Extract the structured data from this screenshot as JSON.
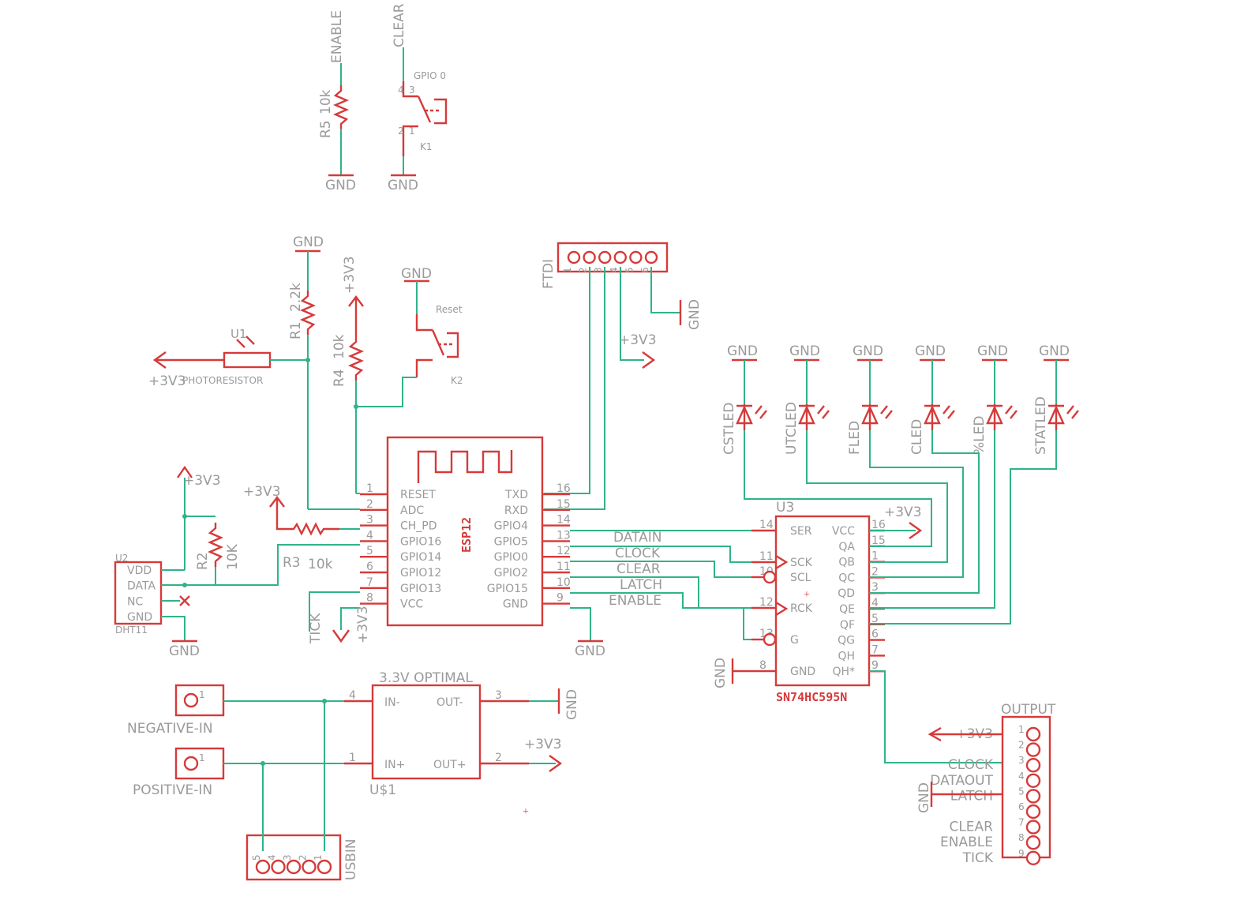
{
  "colors": {
    "wire": "#2fb38a",
    "symbol": "#d63a3a",
    "text": "#9a9a9a",
    "background": "#ffffff"
  },
  "nets": {
    "gnd": "GND",
    "v33": "+3V3",
    "enable": "ENABLE",
    "clear": "CLEAR",
    "datain": "DATAIN",
    "clock": "CLOCK",
    "latch": "LATCH",
    "tick": "TICK"
  },
  "r5": {
    "name": "R5",
    "value": "10k"
  },
  "k1": {
    "name": "K1",
    "label": "GPIO 0"
  },
  "k2": {
    "name": "K2",
    "label": "Reset"
  },
  "r1": {
    "name": "R1",
    "value": "2.2k"
  },
  "r4": {
    "name": "R4",
    "value": "10k"
  },
  "r2": {
    "name": "R2",
    "value": "10K"
  },
  "r3": {
    "name": "R3",
    "value": "10k"
  },
  "u1": {
    "name": "U1",
    "value": "PHOTORESISTOR"
  },
  "ftdi": {
    "name": "FTDI",
    "pins": [
      "1",
      "2",
      "3",
      "4",
      "5",
      "6"
    ]
  },
  "esp": {
    "name": "ESP12",
    "left_pins": [
      {
        "num": "1",
        "name": "RESET"
      },
      {
        "num": "2",
        "name": "ADC"
      },
      {
        "num": "3",
        "name": "CH_PD"
      },
      {
        "num": "4",
        "name": "GPIO16"
      },
      {
        "num": "5",
        "name": "GPIO14"
      },
      {
        "num": "6",
        "name": "GPIO12"
      },
      {
        "num": "7",
        "name": "GPIO13"
      },
      {
        "num": "8",
        "name": "VCC"
      }
    ],
    "right_pins": [
      {
        "num": "16",
        "name": "TXD"
      },
      {
        "num": "15",
        "name": "RXD"
      },
      {
        "num": "14",
        "name": "GPIO4"
      },
      {
        "num": "13",
        "name": "GPIO5"
      },
      {
        "num": "12",
        "name": "GPIO0"
      },
      {
        "num": "11",
        "name": "GPIO2"
      },
      {
        "num": "10",
        "name": "GPIO15"
      },
      {
        "num": "9",
        "name": "GND"
      }
    ]
  },
  "dht": {
    "name": "U2",
    "value": "DHT11",
    "pins": [
      "VDD",
      "DATA",
      "NC",
      "GND"
    ]
  },
  "leds": [
    "CSTLED",
    "UTCLED",
    "FLED",
    "CLED",
    "%LED",
    "STATLED"
  ],
  "u3": {
    "name": "U3",
    "value": "SN74HC595N",
    "left_pins": [
      {
        "num": "14",
        "name": "SER"
      },
      {
        "num": "11",
        "name": "SCK"
      },
      {
        "num": "10",
        "name": "SCL"
      },
      {
        "num": "12",
        "name": "RCK"
      },
      {
        "num": "13",
        "name": "G"
      },
      {
        "num": "8",
        "name": "GND"
      }
    ],
    "right_pins": [
      {
        "num": "16",
        "name": "VCC"
      },
      {
        "num": "15",
        "name": "QA"
      },
      {
        "num": "1",
        "name": "QB"
      },
      {
        "num": "2",
        "name": "QC"
      },
      {
        "num": "3",
        "name": "QD"
      },
      {
        "num": "4",
        "name": "QE"
      },
      {
        "num": "5",
        "name": "QF"
      },
      {
        "num": "6",
        "name": "QG"
      },
      {
        "num": "7",
        "name": "QH"
      },
      {
        "num": "9",
        "name": "QH*"
      }
    ]
  },
  "reg": {
    "name": "U$1",
    "value": "3.3V OPTIMAL",
    "pins": [
      {
        "num": "4",
        "name": "IN-"
      },
      {
        "num": "3",
        "name": "OUT-"
      },
      {
        "num": "1",
        "name": "IN+"
      },
      {
        "num": "2",
        "name": "OUT+"
      }
    ]
  },
  "neg_in": {
    "name": "NEGATIVE-IN",
    "pin": "1"
  },
  "pos_in": {
    "name": "POSITIVE-IN",
    "pin": "1"
  },
  "usbin": {
    "name": "USBIN",
    "pins": [
      "5",
      "4",
      "3",
      "2",
      "1"
    ]
  },
  "output": {
    "name": "OUTPUT",
    "pins": [
      {
        "num": "1",
        "net": "+3V3"
      },
      {
        "num": "2",
        "net": ""
      },
      {
        "num": "3",
        "net": "CLOCK"
      },
      {
        "num": "4",
        "net": "DATAOUT"
      },
      {
        "num": "5",
        "net": "LATCH"
      },
      {
        "num": "6",
        "net": ""
      },
      {
        "num": "7",
        "net": "CLEAR"
      },
      {
        "num": "8",
        "net": "ENABLE"
      },
      {
        "num": "9",
        "net": "TICK"
      }
    ]
  }
}
